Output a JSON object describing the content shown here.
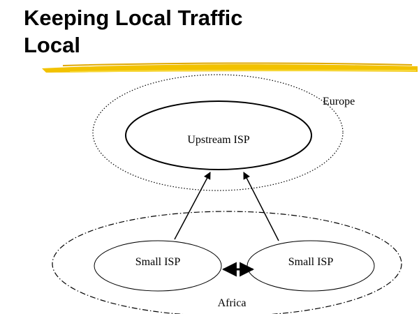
{
  "slide": {
    "title_line1": "Keeping Local Traffic",
    "title_line2": "Local"
  },
  "diagram": {
    "regions": {
      "europe": "Europe",
      "africa": "Africa"
    },
    "nodes": {
      "upstream": "Upstream ISP",
      "small_left": "Small ISP",
      "small_right": "Small ISP"
    },
    "colors": {
      "highlighter": "#f2c200",
      "line": "#000000"
    }
  }
}
